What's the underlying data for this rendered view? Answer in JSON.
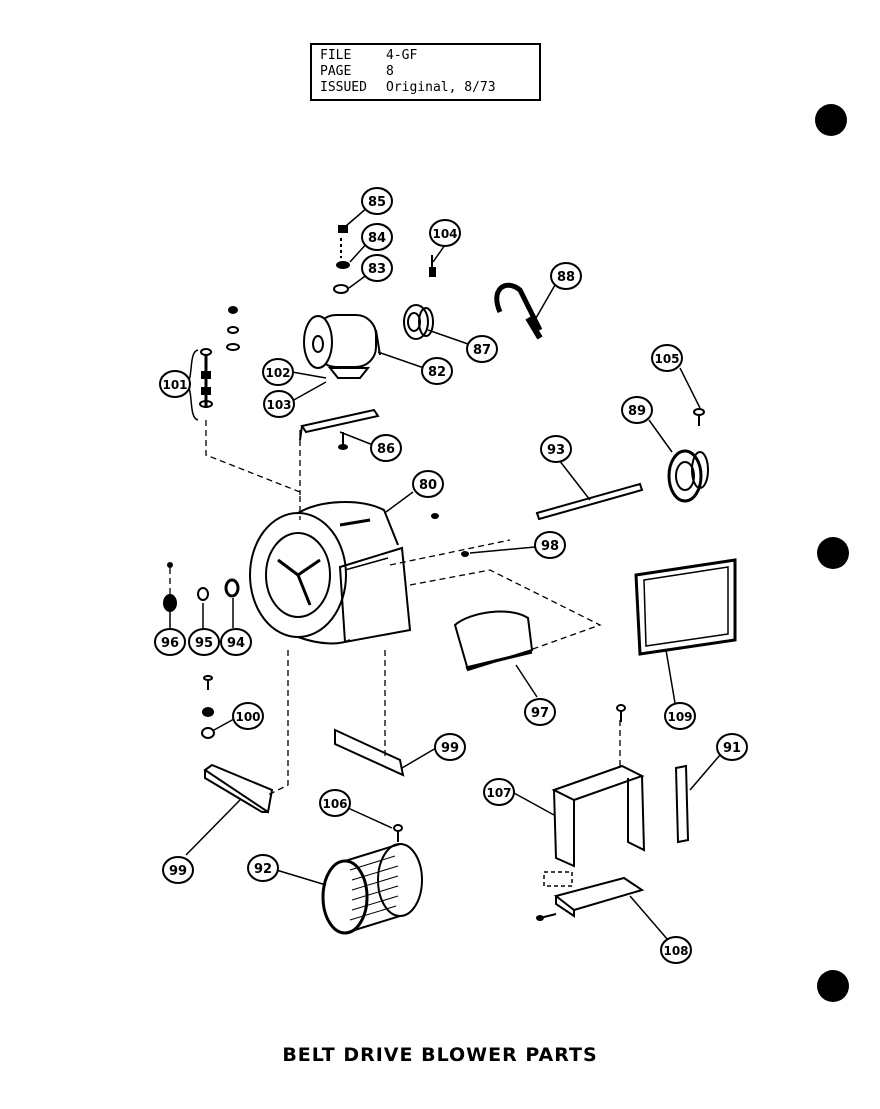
{
  "header": {
    "file_label": "FILE",
    "file_value": "4-GF",
    "page_label": "PAGE",
    "page_value": "8",
    "issued_label": "ISSUED",
    "issued_value": "Original, 8/73"
  },
  "title": "BELT DRIVE BLOWER PARTS",
  "callouts": [
    {
      "id": "c85a",
      "text": "85"
    },
    {
      "id": "c84",
      "text": "84"
    },
    {
      "id": "c83",
      "text": "83"
    },
    {
      "id": "c104",
      "text": "104"
    },
    {
      "id": "c88",
      "text": "88"
    },
    {
      "id": "c87",
      "text": "87"
    },
    {
      "id": "c82",
      "text": "82"
    },
    {
      "id": "c102",
      "text": "102"
    },
    {
      "id": "c103",
      "text": "103"
    },
    {
      "id": "c101",
      "text": "101"
    },
    {
      "id": "c86",
      "text": "86"
    },
    {
      "id": "c105",
      "text": "105"
    },
    {
      "id": "c89",
      "text": "89"
    },
    {
      "id": "c93",
      "text": "93"
    },
    {
      "id": "c80",
      "text": "80"
    },
    {
      "id": "c98",
      "text": "98"
    },
    {
      "id": "c96",
      "text": "96"
    },
    {
      "id": "c95",
      "text": "95"
    },
    {
      "id": "c94",
      "text": "94"
    },
    {
      "id": "c100",
      "text": "100"
    },
    {
      "id": "c97",
      "text": "97"
    },
    {
      "id": "c109",
      "text": "109"
    },
    {
      "id": "c99a",
      "text": "99"
    },
    {
      "id": "c91",
      "text": "91"
    },
    {
      "id": "c107",
      "text": "107"
    },
    {
      "id": "c106",
      "text": "106"
    },
    {
      "id": "c99b",
      "text": "99"
    },
    {
      "id": "c92",
      "text": "92"
    },
    {
      "id": "c108",
      "text": "108"
    }
  ]
}
